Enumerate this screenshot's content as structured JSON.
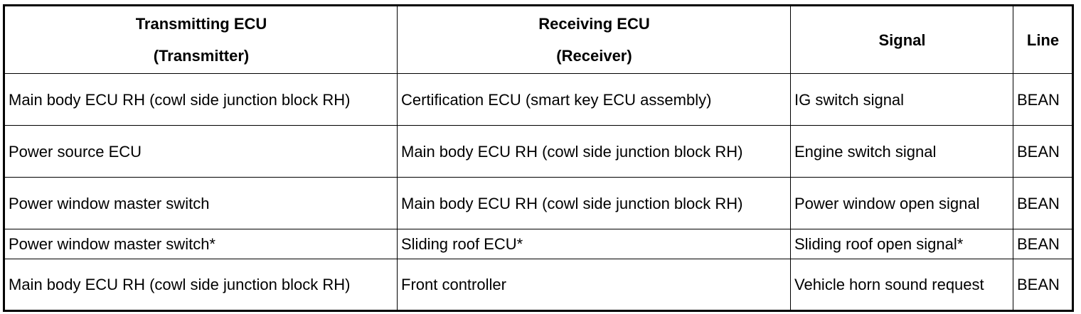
{
  "table": {
    "headers": [
      {
        "line1": "Transmitting ECU",
        "line2": "(Transmitter)"
      },
      {
        "line1": "Receiving ECU",
        "line2": "(Receiver)"
      },
      {
        "line1": "Signal",
        "line2": ""
      },
      {
        "line1": "Line",
        "line2": ""
      }
    ],
    "rows": [
      {
        "transmitter": "Main body ECU RH (cowl side junction block RH)",
        "receiver": "Certification ECU (smart key ECU assembly)",
        "signal": "IG switch signal",
        "line": "BEAN"
      },
      {
        "transmitter": "Power source ECU",
        "receiver": "Main body ECU RH (cowl side junction block RH)",
        "signal": "Engine switch signal",
        "line": "BEAN"
      },
      {
        "transmitter": "Power window master switch",
        "receiver": "Main body ECU RH (cowl side junction block RH)",
        "signal": "Power window open signal",
        "line": "BEAN"
      },
      {
        "transmitter": "Power window master switch*",
        "receiver": "Sliding roof ECU*",
        "signal": "Sliding roof open signal*",
        "line": "BEAN"
      },
      {
        "transmitter": "Main body ECU RH (cowl side junction block RH)",
        "receiver": "Front controller",
        "signal": "Vehicle horn sound request",
        "line": "BEAN"
      }
    ]
  }
}
